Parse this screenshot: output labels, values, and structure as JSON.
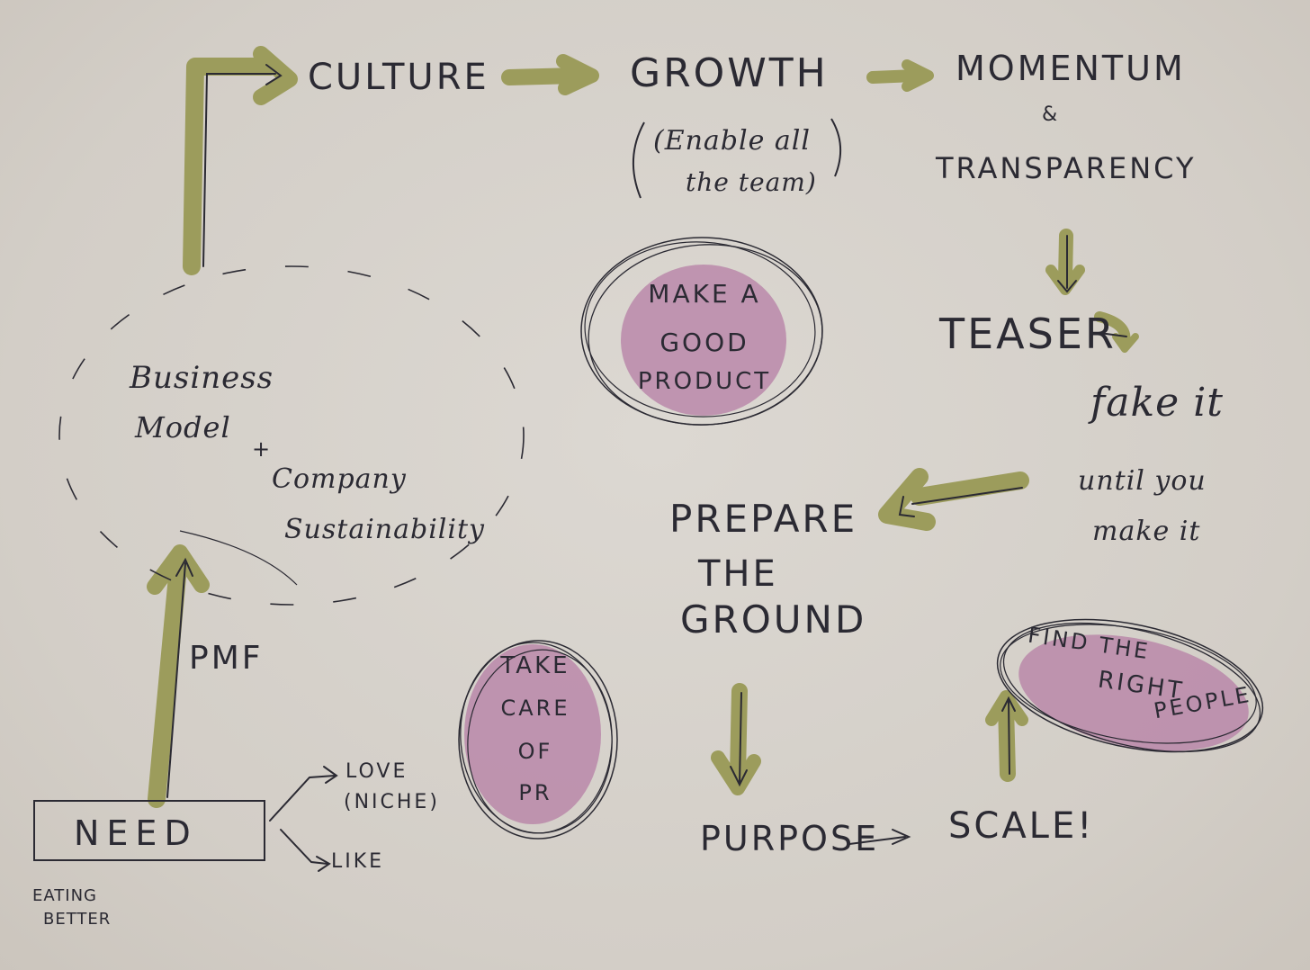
{
  "nodes": {
    "culture": "CULTURE",
    "growth": "GROWTH",
    "growth_note_1": "(Enable all",
    "growth_note_2": "the team)",
    "momentum": "MOMENTUM",
    "momentum_and": "&",
    "transparency": "TRANSPARENCY",
    "teaser": "TEASER",
    "fake_1": "fake it",
    "fake_2": "until you",
    "fake_3": "make it",
    "prepare_1": "PREPARE",
    "prepare_2": "THE",
    "prepare_3": "GROUND",
    "purpose": "PURPOSE",
    "scale": "SCALE!",
    "business_1": "Business",
    "business_2": "Model",
    "business_plus": "+",
    "business_3": "Company",
    "business_4": "Sustainability",
    "pmf": "PMF",
    "need": "NEED",
    "eating_1": "EATING",
    "eating_2": "BETTER",
    "love": "LOVE",
    "niche": "(NICHE)",
    "like": "LIKE"
  },
  "bubbles": {
    "product_1": "MAKE A",
    "product_2": "GOOD",
    "product_3": "PRODUCT",
    "pr_1": "TAKE",
    "pr_2": "CARE",
    "pr_3": "OF",
    "pr_4": "PR",
    "people_1": "FIND THE",
    "people_2": "RIGHT",
    "people_3": "PEOPLE"
  },
  "colors": {
    "arrow": "#9c9c5c",
    "ink": "#2b2a33",
    "highlight": "#b781a6",
    "paper": "#d8d3cc"
  }
}
